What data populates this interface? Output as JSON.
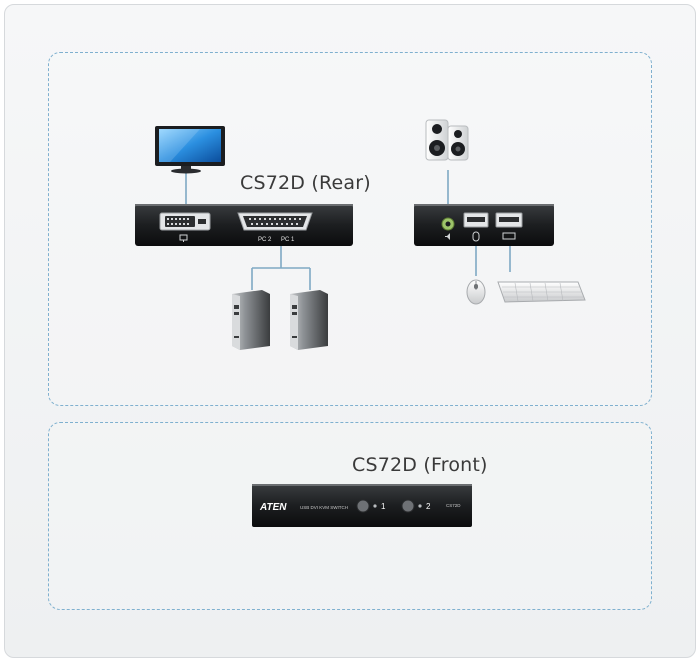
{
  "rear": {
    "title": "CS72D (Rear)",
    "port_pc2": "PC 2",
    "port_pc1": "PC 1"
  },
  "front": {
    "title": "CS72D (Front)",
    "brand": "ATEN",
    "product_label": "USB DVI KVM SWITCH",
    "model_label": "CS72D",
    "port1": "1",
    "port2": "2"
  }
}
